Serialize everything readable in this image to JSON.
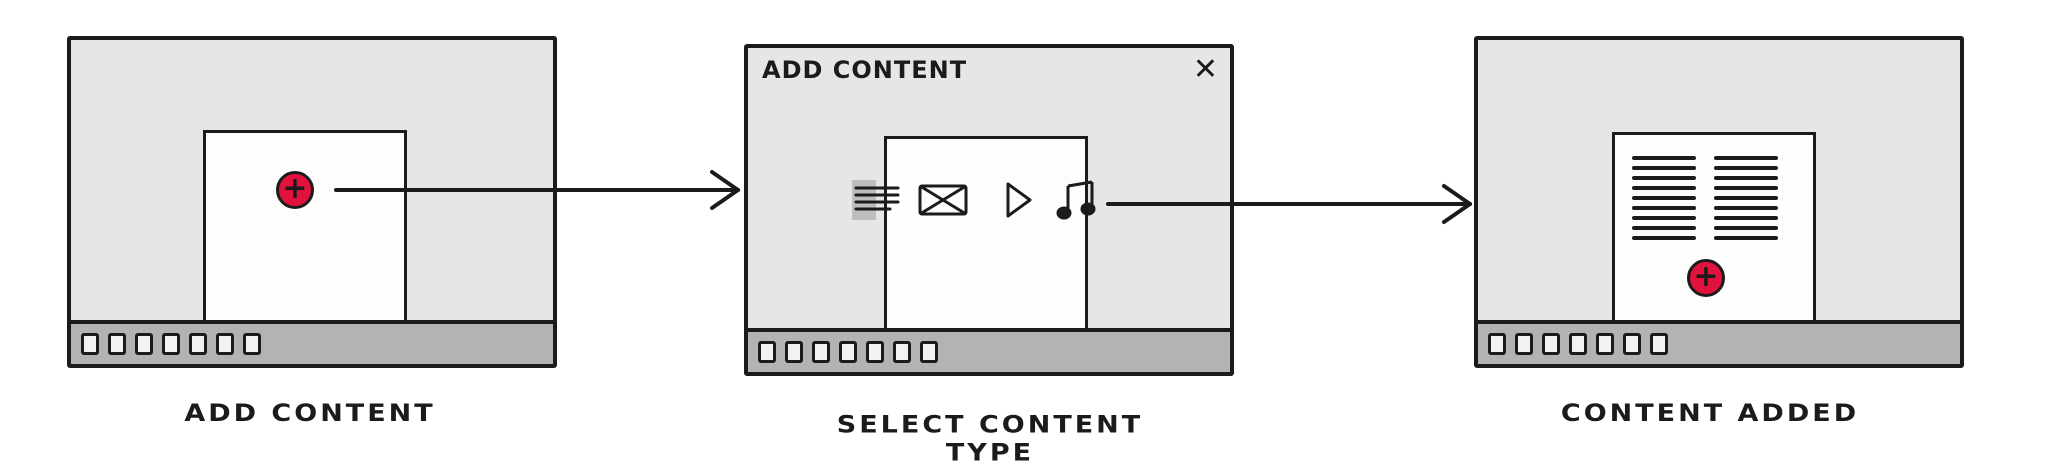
{
  "steps": [
    {
      "caption": "ADD CONTENT"
    },
    {
      "caption": "SELECT CONTENT TYPE",
      "dialog_title": "ADD CONTENT",
      "close_glyph": "✕"
    },
    {
      "caption": "CONTENT ADDED"
    }
  ],
  "icons": {
    "add": "plus-circle-icon",
    "close": "close-icon",
    "types": [
      "text-icon",
      "image-icon",
      "video-play-icon",
      "music-note-icon"
    ]
  },
  "dock_slot_count": 7,
  "colors": {
    "frame_bg": "#e6e6e6",
    "dock_bg": "#b3b3b3",
    "card_bg": "#fdfdfb",
    "accent_red": "#e2123f",
    "ink": "#1b1b1b"
  },
  "plus_glyph": "+"
}
